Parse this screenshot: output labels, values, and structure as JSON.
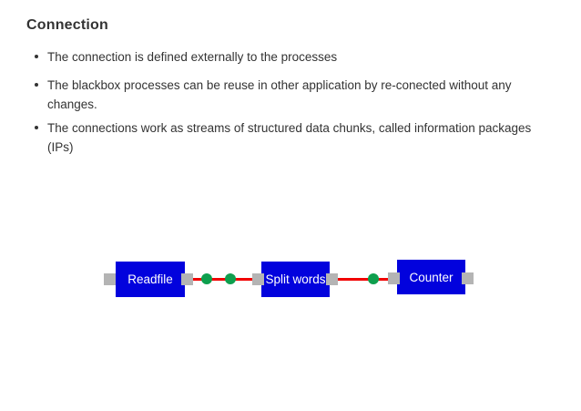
{
  "slide": {
    "title": "Connection",
    "bullets": [
      {
        "lines": [
          "The connection is defined externally to the processes"
        ]
      },
      {
        "lines": [
          "The blackbox processes can be reuse in other application by re-conected without any",
          "changes."
        ]
      },
      {
        "lines": [
          "The connections work as streams of structured data chunks, called information packages",
          "(IPs)"
        ]
      }
    ]
  },
  "diagram": {
    "nodes": [
      {
        "label": "Readfile"
      },
      {
        "label": "Split words"
      },
      {
        "label": "Counter"
      }
    ],
    "connections": [
      {
        "from": "Readfile",
        "to": "Split words",
        "packets": 2
      },
      {
        "from": "Split words",
        "to": "Counter",
        "packets": 1
      }
    ],
    "colors": {
      "node_fill": "#0202dd",
      "node_text": "#ffffff",
      "port_fill": "#b4b4b4",
      "connection_line": "#f10000",
      "packet_dot": "#0e9f4e"
    }
  },
  "colors": {
    "background": "#ffffff",
    "text": "#333333"
  }
}
